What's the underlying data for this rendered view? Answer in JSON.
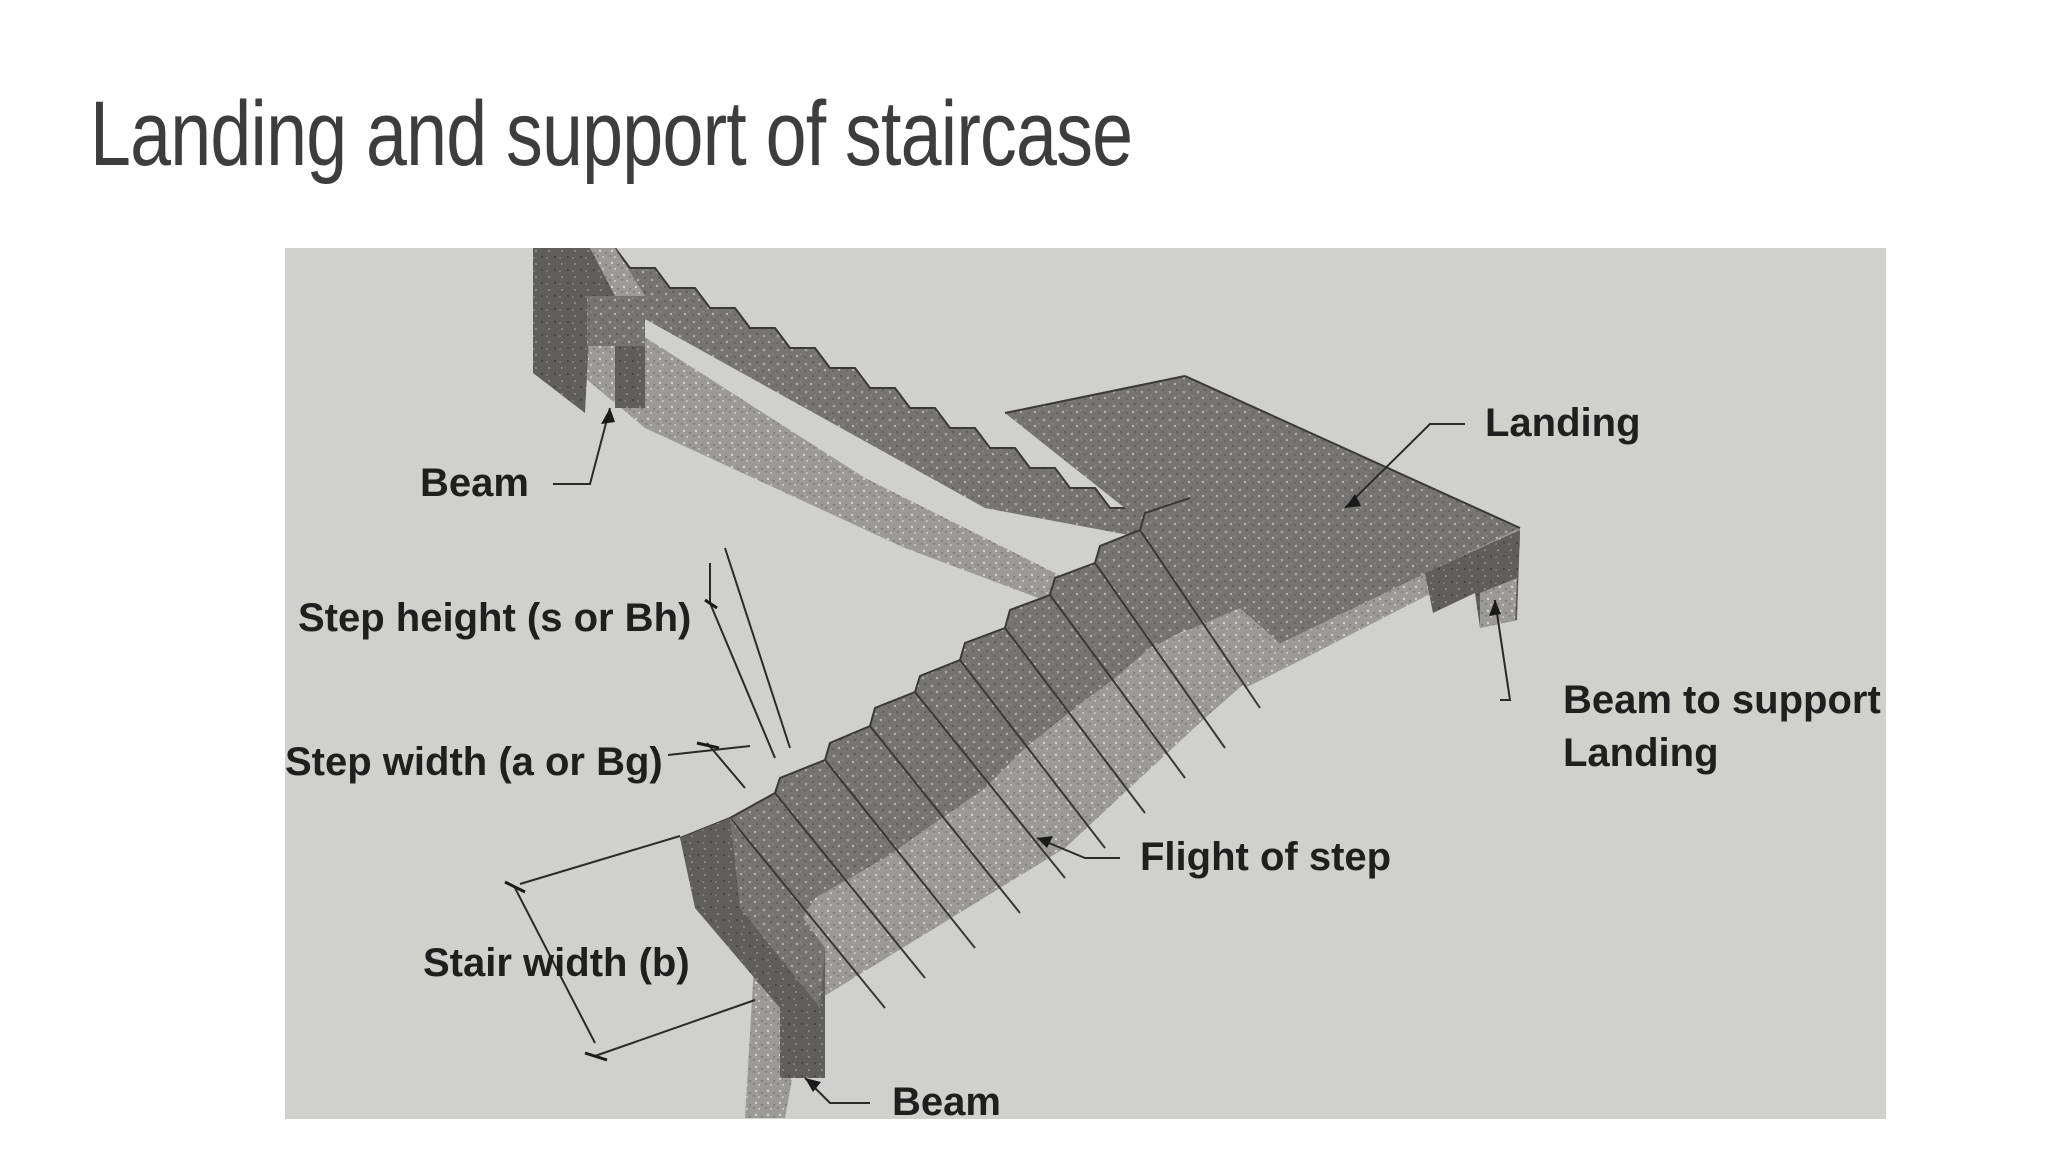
{
  "slide": {
    "title": "Landing and support of staircase"
  },
  "diagram": {
    "labels": {
      "beam_top": "Beam",
      "landing": "Landing",
      "step_height": "Step height  (s or Bh)",
      "step_width": "Step width (a or Bg)",
      "beam_support_line1": "Beam to support",
      "beam_support_line2": "Landing",
      "flight": "Flight of step",
      "stair_width": "Stair width (b)",
      "beam_bottom": "Beam"
    },
    "colors": {
      "background": "#d0d0cd",
      "concrete_light": "#8a8987",
      "concrete_dark": "#5e5d5b",
      "concrete_side": "#a8a7a4"
    }
  }
}
